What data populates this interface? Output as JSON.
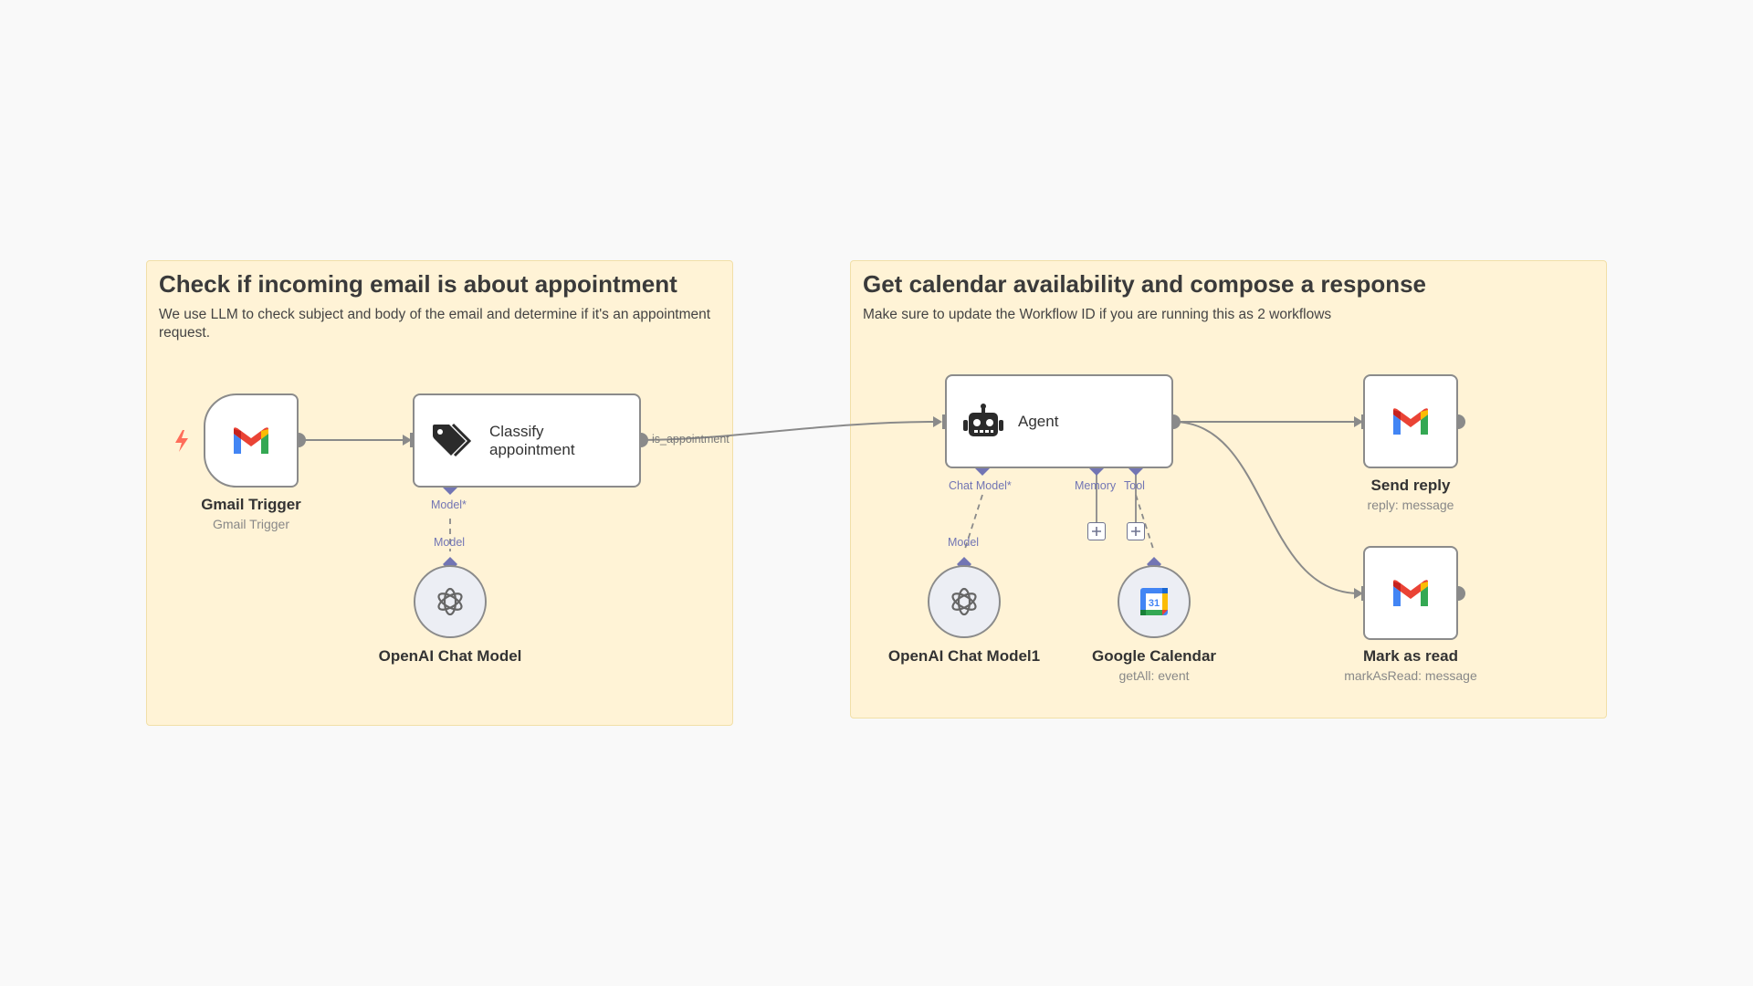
{
  "sticky_notes": [
    {
      "title": "Check if incoming email is about appointment",
      "body": "We use LLM to check subject and body of the email and determine if it's an appointment request."
    },
    {
      "title": "Get calendar availability and compose a response",
      "body": "Make sure to update the Workflow ID if you are running this as 2 workflows"
    }
  ],
  "nodes": {
    "gmail_trigger": {
      "title": "Gmail Trigger",
      "subtitle": "Gmail Trigger",
      "icon": "gmail-icon"
    },
    "classify": {
      "title_line1": "Classify",
      "title_line2": "appointment",
      "icon": "tag-icon"
    },
    "openai_model": {
      "title": "OpenAI Chat Model",
      "icon": "openai-icon"
    },
    "agent": {
      "title": "Agent",
      "icon": "robot-icon"
    },
    "openai_model1": {
      "title": "OpenAI Chat Model1",
      "icon": "openai-icon"
    },
    "google_calendar": {
      "title": "Google Calendar",
      "subtitle": "getAll: event",
      "icon": "google-calendar-icon",
      "icon_text": "31"
    },
    "send_reply": {
      "title": "Send reply",
      "subtitle": "reply: message",
      "icon": "gmail-icon"
    },
    "mark_read": {
      "title": "Mark as read",
      "subtitle": "markAsRead: message",
      "icon": "gmail-icon"
    }
  },
  "port_labels": {
    "classify_model": "Model*",
    "openai_model": "Model",
    "agent_chat_model": "Chat Model*",
    "agent_memory": "Memory",
    "agent_tool": "Tool",
    "openai_model1": "Model"
  },
  "edge_labels": {
    "is_appointment": "is_appointment"
  },
  "colors": {
    "canvas": "#f9f9f9",
    "sticky": "#fff3d6",
    "wire": "#8a8a8a",
    "ai_port": "#7275b4",
    "trigger_bolt": "#ff6d5a"
  }
}
